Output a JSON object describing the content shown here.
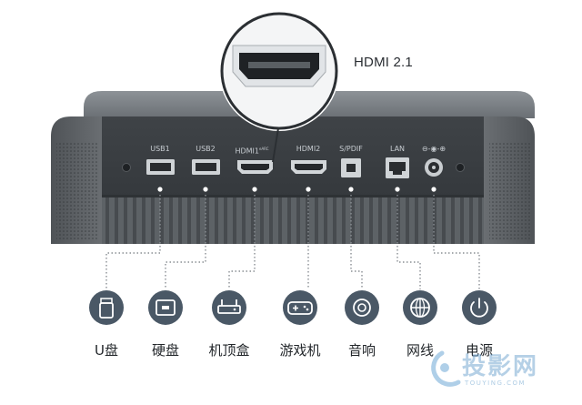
{
  "callout": {
    "label": "HDMI 2.1"
  },
  "ports": [
    {
      "label": "USB1"
    },
    {
      "label": "USB2"
    },
    {
      "label": "HDMI1",
      "tag": "eARC"
    },
    {
      "label": "HDMI2"
    },
    {
      "label": "S/PDIF"
    },
    {
      "label": "LAN"
    },
    {
      "label": "⊖-◉-⊕"
    }
  ],
  "devices": [
    {
      "label": "U盘",
      "icon": "usb-drive-icon"
    },
    {
      "label": "硬盘",
      "icon": "hard-drive-icon"
    },
    {
      "label": "机顶盒",
      "icon": "set-top-box-icon"
    },
    {
      "label": "游戏机",
      "icon": "game-console-icon"
    },
    {
      "label": "音响",
      "icon": "speaker-icon"
    },
    {
      "label": "网线",
      "icon": "network-globe-icon"
    },
    {
      "label": "电源",
      "icon": "power-icon"
    }
  ],
  "watermark": {
    "text": "投影网",
    "sub": "TOUYING.COM"
  },
  "colors": {
    "body": "#5c6166",
    "body_dark": "#3e4246",
    "icon_circle": "#4a5866",
    "line": "#8a8f94"
  }
}
